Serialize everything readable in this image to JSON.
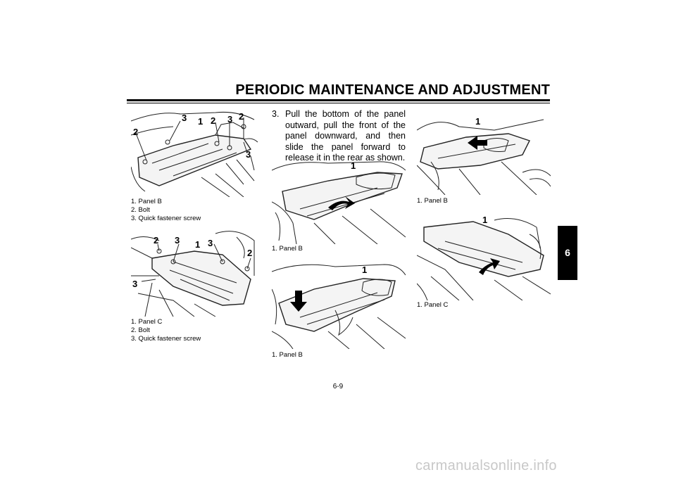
{
  "header": {
    "title": "PERIODIC MAINTENANCE AND ADJUSTMENT"
  },
  "chapter_tab": "6",
  "figure1": {
    "callouts": [
      "3",
      "1",
      "2",
      "3",
      "2",
      "2",
      "3"
    ],
    "caption": [
      "1. Panel B",
      "2. Bolt",
      "3. Quick fastener screw"
    ]
  },
  "figure2": {
    "callouts": [
      "2",
      "3",
      "1",
      "3",
      "2",
      "3"
    ],
    "caption": [
      "1. Panel C",
      "2. Bolt",
      "3. Quick fastener screw"
    ]
  },
  "step3": {
    "number": "3.",
    "text": "Pull the bottom of the panel outward, pull the front of the panel downward, and then slide the panel forward to release it in the rear as shown."
  },
  "figure3": {
    "callout": "1",
    "caption": "1. Panel B"
  },
  "figure4": {
    "callout": "1",
    "caption": "1. Panel B"
  },
  "figure5": {
    "callout": "1",
    "caption": "1. Panel B"
  },
  "figure6": {
    "callout": "1",
    "caption": "1. Panel C"
  },
  "page_number": "6-9",
  "watermark": "carmanualsonline.info"
}
